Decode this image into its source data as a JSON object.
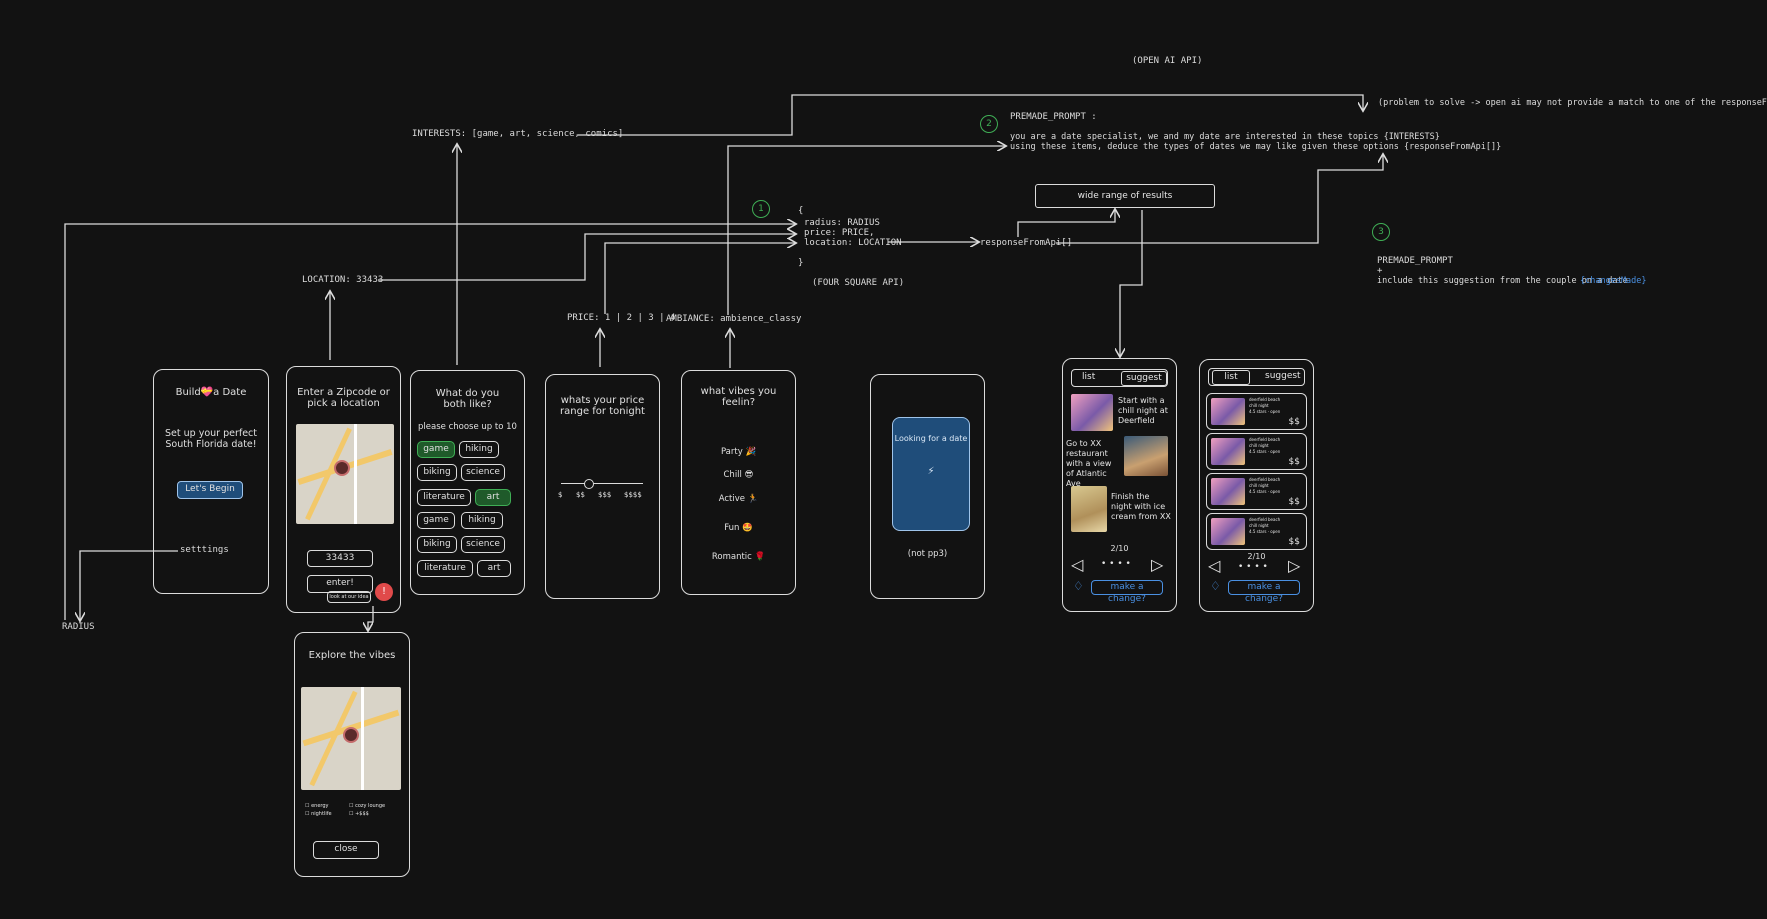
{
  "labels": {
    "openai_api": "(OPEN AI API)",
    "problem": "(problem to solve -> open ai may not provide a match to one of the responseFromApi results)",
    "premade_prompt_1": "PREMADE_PROMPT :",
    "prompt_line1": "you are a date specialist, we and my date are interested in these topics {INTERESTS}",
    "prompt_line2": "using these items, deduce the types of dates we may like given these options {responseFromApi[]}",
    "interests": "INTERESTS: [game, art, science, comics]",
    "brace_open": "{",
    "radius_param": "radius: RADIUS",
    "price_param": "price: PRICE,",
    "location_param": "location: LOCATION",
    "brace_close": "}",
    "foursquare": "(FOUR SQUARE API)",
    "response": "responseFromApi[]",
    "wide_range": "wide range of results",
    "location": "LOCATION: 33433",
    "price": "PRICE: 1 | 2 | 3 | 4",
    "ambiance": "AMBIANCE: ambience_classy",
    "premade_prompt_3": "PREMADE_PROMPT",
    "plus": "+",
    "include_line": "include this suggestion from the couple on a date",
    "changes_made": "{changesMade}",
    "settings": "setttings",
    "radius": "RADIUS",
    "step1": "1",
    "step2": "2",
    "step3": "3"
  },
  "screens": {
    "welcome": {
      "title": "Build💝a Date",
      "subtitle": "Set up your perfect South Florida date!",
      "button": "Let's Begin"
    },
    "location": {
      "title": "Enter a Zipcode or pick a location",
      "zip": "33433",
      "enter": "enter!",
      "enter_sub": "look at our idea",
      "alert": "!"
    },
    "interests": {
      "title": "What do you both like?",
      "hint": "please choose up to 10",
      "chips": [
        "game",
        "hiking",
        "biking",
        "science",
        "literature",
        "art",
        "game",
        "hiking",
        "biking",
        "science",
        "literature",
        "art"
      ]
    },
    "price": {
      "title": "whats your price range for tonight",
      "ticks": [
        "$",
        "$$",
        "$$$",
        "$$$$"
      ],
      "level": 0.33
    },
    "vibes": {
      "title": "what vibes you feelin?",
      "options": [
        "Party 🎉",
        "Chill 😎",
        "Active 🏃",
        "Fun 🤩",
        "Romantic 🌹"
      ]
    },
    "loading": {
      "card": "Looking for a date",
      "glyph": "⚡",
      "note": "(not pp3)"
    },
    "explore": {
      "title": "Explore the vibes",
      "checks": [
        "energy",
        "nightlife",
        "cozy lounge",
        "+$$$"
      ],
      "close": "close"
    },
    "itinerary": {
      "tab_list": "list",
      "tab_suggest": "suggest",
      "item1": "Start with a chill night at Deerfield",
      "item2": "Go to XX restaurant with a view of Atlantic Ave",
      "item3": "Finish the night with ice cream from XX",
      "page": "2/10",
      "dots": "• • • •",
      "change": "make a change?"
    },
    "list": {
      "tab_list": "list",
      "tab_suggest": "suggest",
      "card_line1": "deerfield beach",
      "card_line2": "chill night",
      "card_line3": "4.5 stars · open",
      "card_price": "$$",
      "page": "2/10",
      "dots": "• • • •",
      "change": "make a change?"
    }
  }
}
